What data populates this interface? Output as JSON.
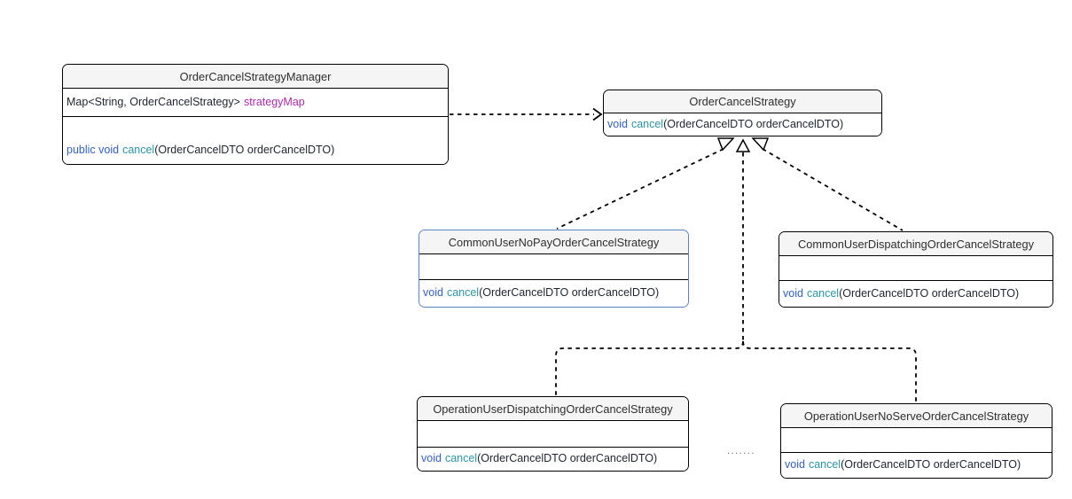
{
  "diagram": {
    "kind": "uml-class-diagram",
    "ellipsis": "......."
  },
  "colors": {
    "keyword": "#3560c0",
    "method_name": "#2d95a2",
    "field_name": "#a62ca6",
    "params_text": "#1f2430",
    "text": "#262626",
    "box_border": "#000000",
    "selected_box_border": "#5d81c1",
    "header_bg": "#f5f5f5",
    "connector": "#000000",
    "ellipsis_color": "#666666"
  },
  "classes": {
    "manager": {
      "title": "OrderCancelStrategyManager",
      "attr_type": "Map<String, OrderCancelStrategy>",
      "attr_name": "strategyMap",
      "method_kw": "public void",
      "method_name": "cancel",
      "method_params": "(OrderCancelDTO orderCancelDTO)"
    },
    "strategy": {
      "title": "OrderCancelStrategy",
      "method_kw": "void",
      "method_name": "cancel",
      "method_params": "(OrderCancelDTO orderCancelDTO)"
    },
    "common_no_pay": {
      "title": "CommonUserNoPayOrderCancelStrategy",
      "method_kw": "void",
      "method_name": "cancel",
      "method_params": "(OrderCancelDTO orderCancelDTO)"
    },
    "common_dispatching": {
      "title": "CommonUserDispatchingOrderCancelStrategy",
      "method_kw": "void",
      "method_name": "cancel",
      "method_params": "(OrderCancelDTO orderCancelDTO)"
    },
    "operation_dispatching": {
      "title": "OperationUserDispatchingOrderCancelStrategy",
      "method_kw": "void",
      "method_name": "cancel",
      "method_params": "(OrderCancelDTO orderCancelDTO)"
    },
    "operation_no_serve": {
      "title": "OperationUserNoServeOrderCancelStrategy",
      "method_kw": "void",
      "method_name": "cancel",
      "method_params": "(OrderCancelDTO orderCancelDTO)"
    }
  },
  "relationships": [
    {
      "from": "OrderCancelStrategyManager",
      "to": "OrderCancelStrategy",
      "type": "dashed-dependency-open-arrow"
    },
    {
      "from": "CommonUserNoPayOrderCancelStrategy",
      "to": "OrderCancelStrategy",
      "type": "dashed-realization-hollow-triangle"
    },
    {
      "from": "CommonUserDispatchingOrderCancelStrategy",
      "to": "OrderCancelStrategy",
      "type": "dashed-realization-hollow-triangle"
    },
    {
      "from": "OperationUserDispatchingOrderCancelStrategy",
      "to": "OrderCancelStrategy",
      "type": "dashed-realization-hollow-triangle"
    },
    {
      "from": "OperationUserNoServeOrderCancelStrategy",
      "to": "OrderCancelStrategy",
      "type": "dashed-realization-hollow-triangle"
    }
  ]
}
